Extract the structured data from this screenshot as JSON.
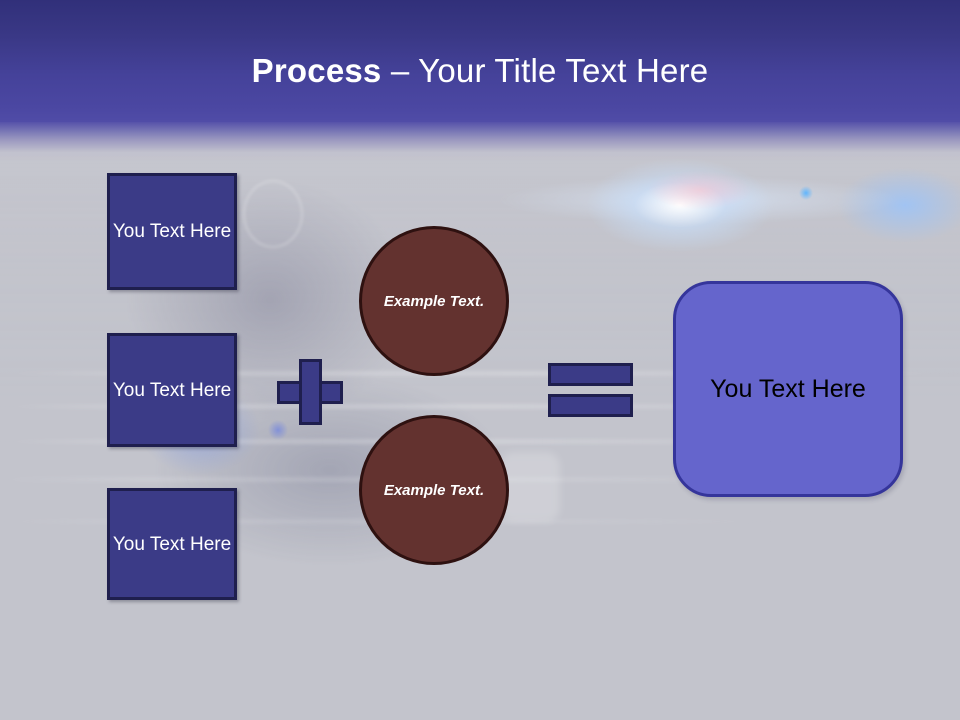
{
  "slide": {
    "title": {
      "bold_part": "Process",
      "rest": " – Your Title Text Here"
    },
    "background": {
      "description": "blurred police car with emergency lights",
      "base_color": "#c3c4cc",
      "header_color_top": "#31307a",
      "header_color_bottom": "#504ca7"
    }
  },
  "inputs": [
    {
      "label": "You Text Here"
    },
    {
      "label": "You Text Here"
    },
    {
      "label": "You Text Here"
    }
  ],
  "operators": {
    "plus": "+",
    "equals": "="
  },
  "circles": [
    {
      "label": "Example Text."
    },
    {
      "label": "Example Text."
    }
  ],
  "result": {
    "label": "You Text Here"
  },
  "colors": {
    "box_fill": "#3b3b87",
    "box_border": "#1f1f4e",
    "circle_fill": "#63322f",
    "circle_border": "#2e1110",
    "result_fill": "#6565cc",
    "result_border": "#35359b",
    "title_text": "#ffffff",
    "result_text": "#000000"
  }
}
